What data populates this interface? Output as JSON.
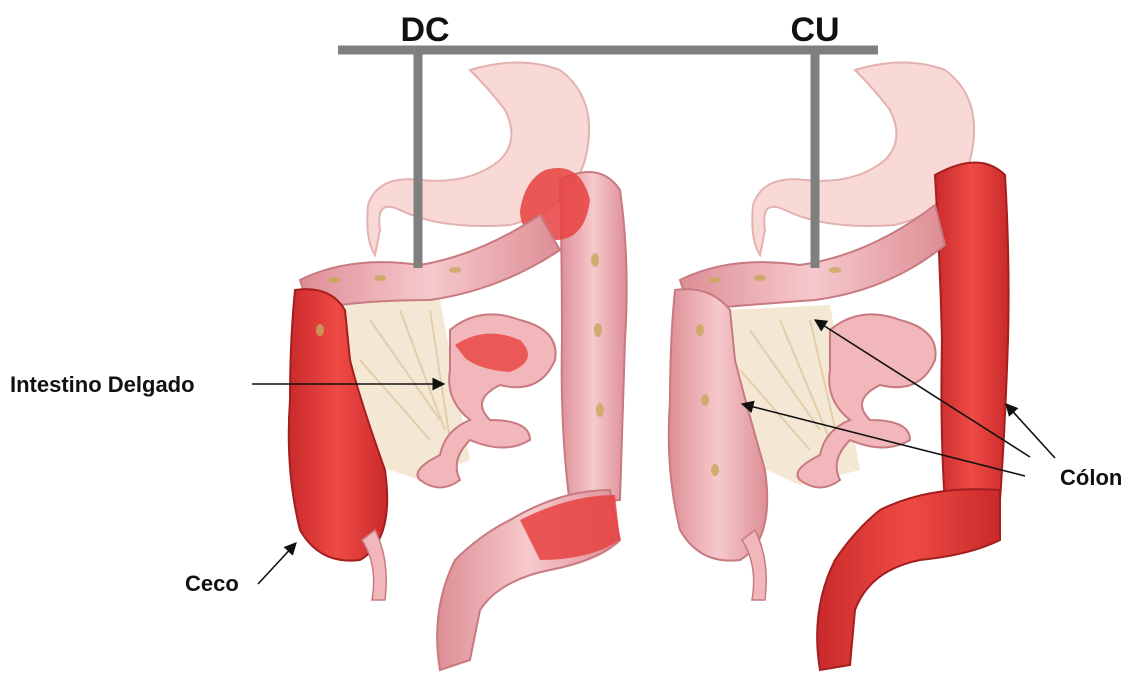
{
  "labels": {
    "dc": "DC",
    "cu": "CU",
    "small_intestine": "Intestino Delgado",
    "cecum": "Ceco",
    "colon": "Cólon"
  },
  "colors": {
    "healthy_tissue": "#f0b3b8",
    "inflamed_tissue": "#e8413f",
    "mesentery": "#f3e6cf",
    "stomach": "#f8d9d6",
    "bracket": "#7f7f7f",
    "arrow": "#111111"
  }
}
